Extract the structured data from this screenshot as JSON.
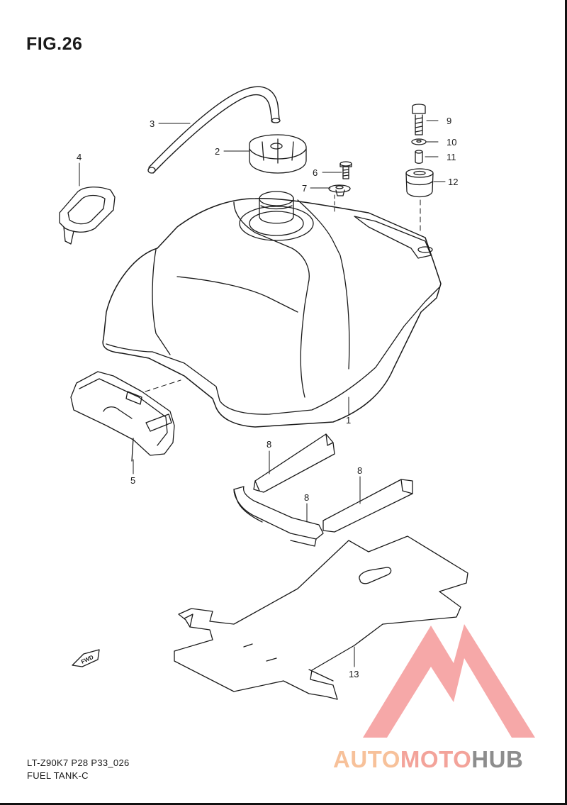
{
  "figure": {
    "title": "FIG.26",
    "code": "LT-Z90K7 P28 P33_026",
    "name": "FUEL TANK-C"
  },
  "callouts": {
    "c1": "1",
    "c2": "2",
    "c3": "3",
    "c4": "4",
    "c5": "5",
    "c6": "6",
    "c7": "7",
    "c8a": "8",
    "c8b": "8",
    "c8c": "8",
    "c9": "9",
    "c10": "10",
    "c11": "11",
    "c12": "12",
    "c13": "13"
  },
  "fwd_label": "FWD",
  "watermark": {
    "part1": "AUTO",
    "part2": "MOTO",
    "part3": "HUB",
    "colors": {
      "logo": "#f59a9a",
      "auto": "#f7c19a",
      "moto": "#f3a39a",
      "hub": "#8d8d8d"
    }
  }
}
